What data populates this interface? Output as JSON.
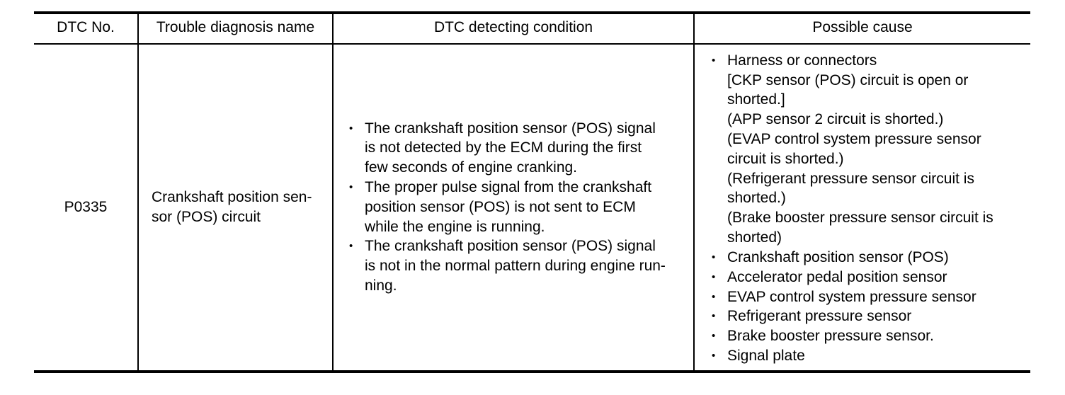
{
  "table": {
    "headers": [
      {
        "label": "DTC No."
      },
      {
        "label": "Trouble diagnosis name"
      },
      {
        "label": "DTC detecting condition"
      },
      {
        "label": "Possible cause"
      }
    ],
    "rows": [
      {
        "dtc_no": "P0335",
        "trouble_diagnosis_name": {
          "line1": "Crankshaft position sen-",
          "line2": "sor (POS) circuit"
        },
        "detecting_condition": [
          {
            "lines": [
              "The crankshaft position sensor (POS) signal",
              "is not detected by the ECM during the first",
              "few seconds of engine cranking."
            ]
          },
          {
            "lines": [
              "The proper pulse signal from the crankshaft",
              "position sensor (POS) is not sent to ECM",
              "while the engine is running."
            ]
          },
          {
            "lines": [
              "The crankshaft position sensor (POS) signal",
              "is not in the normal pattern during engine run-",
              "ning."
            ]
          }
        ],
        "possible_cause": [
          {
            "lines": [
              "Harness or connectors",
              "[CKP sensor (POS) circuit is open or",
              "shorted.]",
              "(APP sensor 2 circuit is shorted.)",
              "(EVAP control system pressure sensor",
              "circuit is shorted.)",
              "(Refrigerant pressure sensor circuit is",
              "shorted.)",
              "(Brake booster pressure sensor circuit is",
              "shorted)"
            ]
          },
          {
            "lines": [
              "Crankshaft position sensor (POS)"
            ]
          },
          {
            "lines": [
              "Accelerator pedal position sensor"
            ]
          },
          {
            "lines": [
              "EVAP control system pressure sensor"
            ]
          },
          {
            "lines": [
              "Refrigerant pressure sensor"
            ]
          },
          {
            "lines": [
              "Brake booster pressure sensor."
            ]
          },
          {
            "lines": [
              "Signal plate"
            ]
          }
        ]
      }
    ]
  },
  "colors": {
    "rule": "#000000",
    "text": "#000000",
    "background": "#ffffff"
  }
}
